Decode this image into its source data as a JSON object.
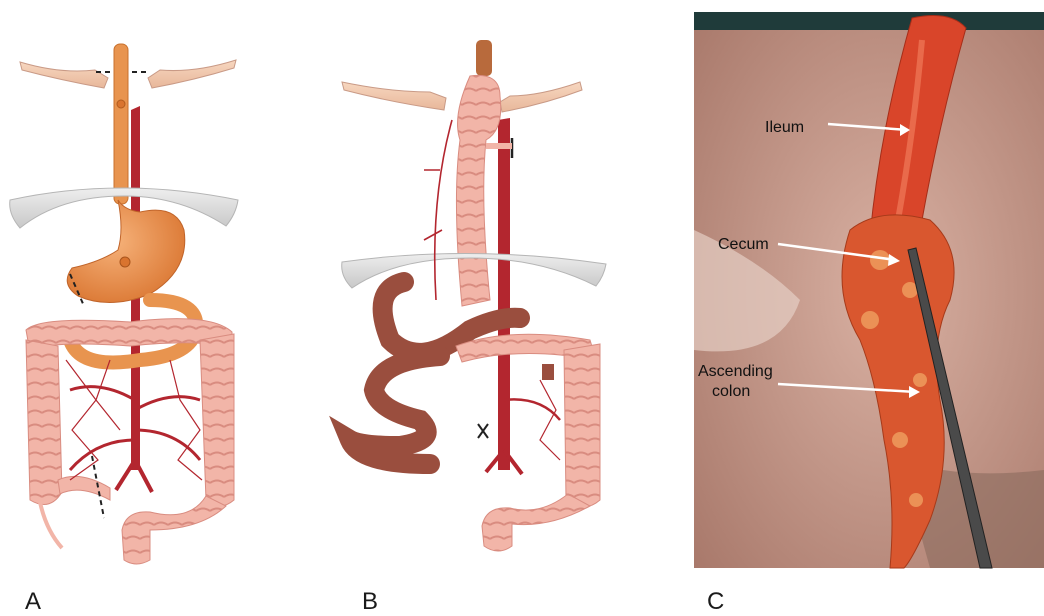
{
  "panels": {
    "a": {
      "letter": "A"
    },
    "b": {
      "letter": "B"
    },
    "c": {
      "letter": "C",
      "labels": {
        "ileum": "Ileum",
        "cecum": "Cecum",
        "ascending_line1": "Ascending",
        "ascending_line2": "colon"
      }
    }
  },
  "colors": {
    "esophagus": "#e8944f",
    "aorta": "#b3262f",
    "colon": "#f2b5a8",
    "colon_dark": "#d98c80",
    "ileum_brown": "#9a4e3e",
    "diaphragm": "#d8d8d8",
    "photo_bg": "#c99a8a",
    "tissue_red": "#d9452a"
  }
}
